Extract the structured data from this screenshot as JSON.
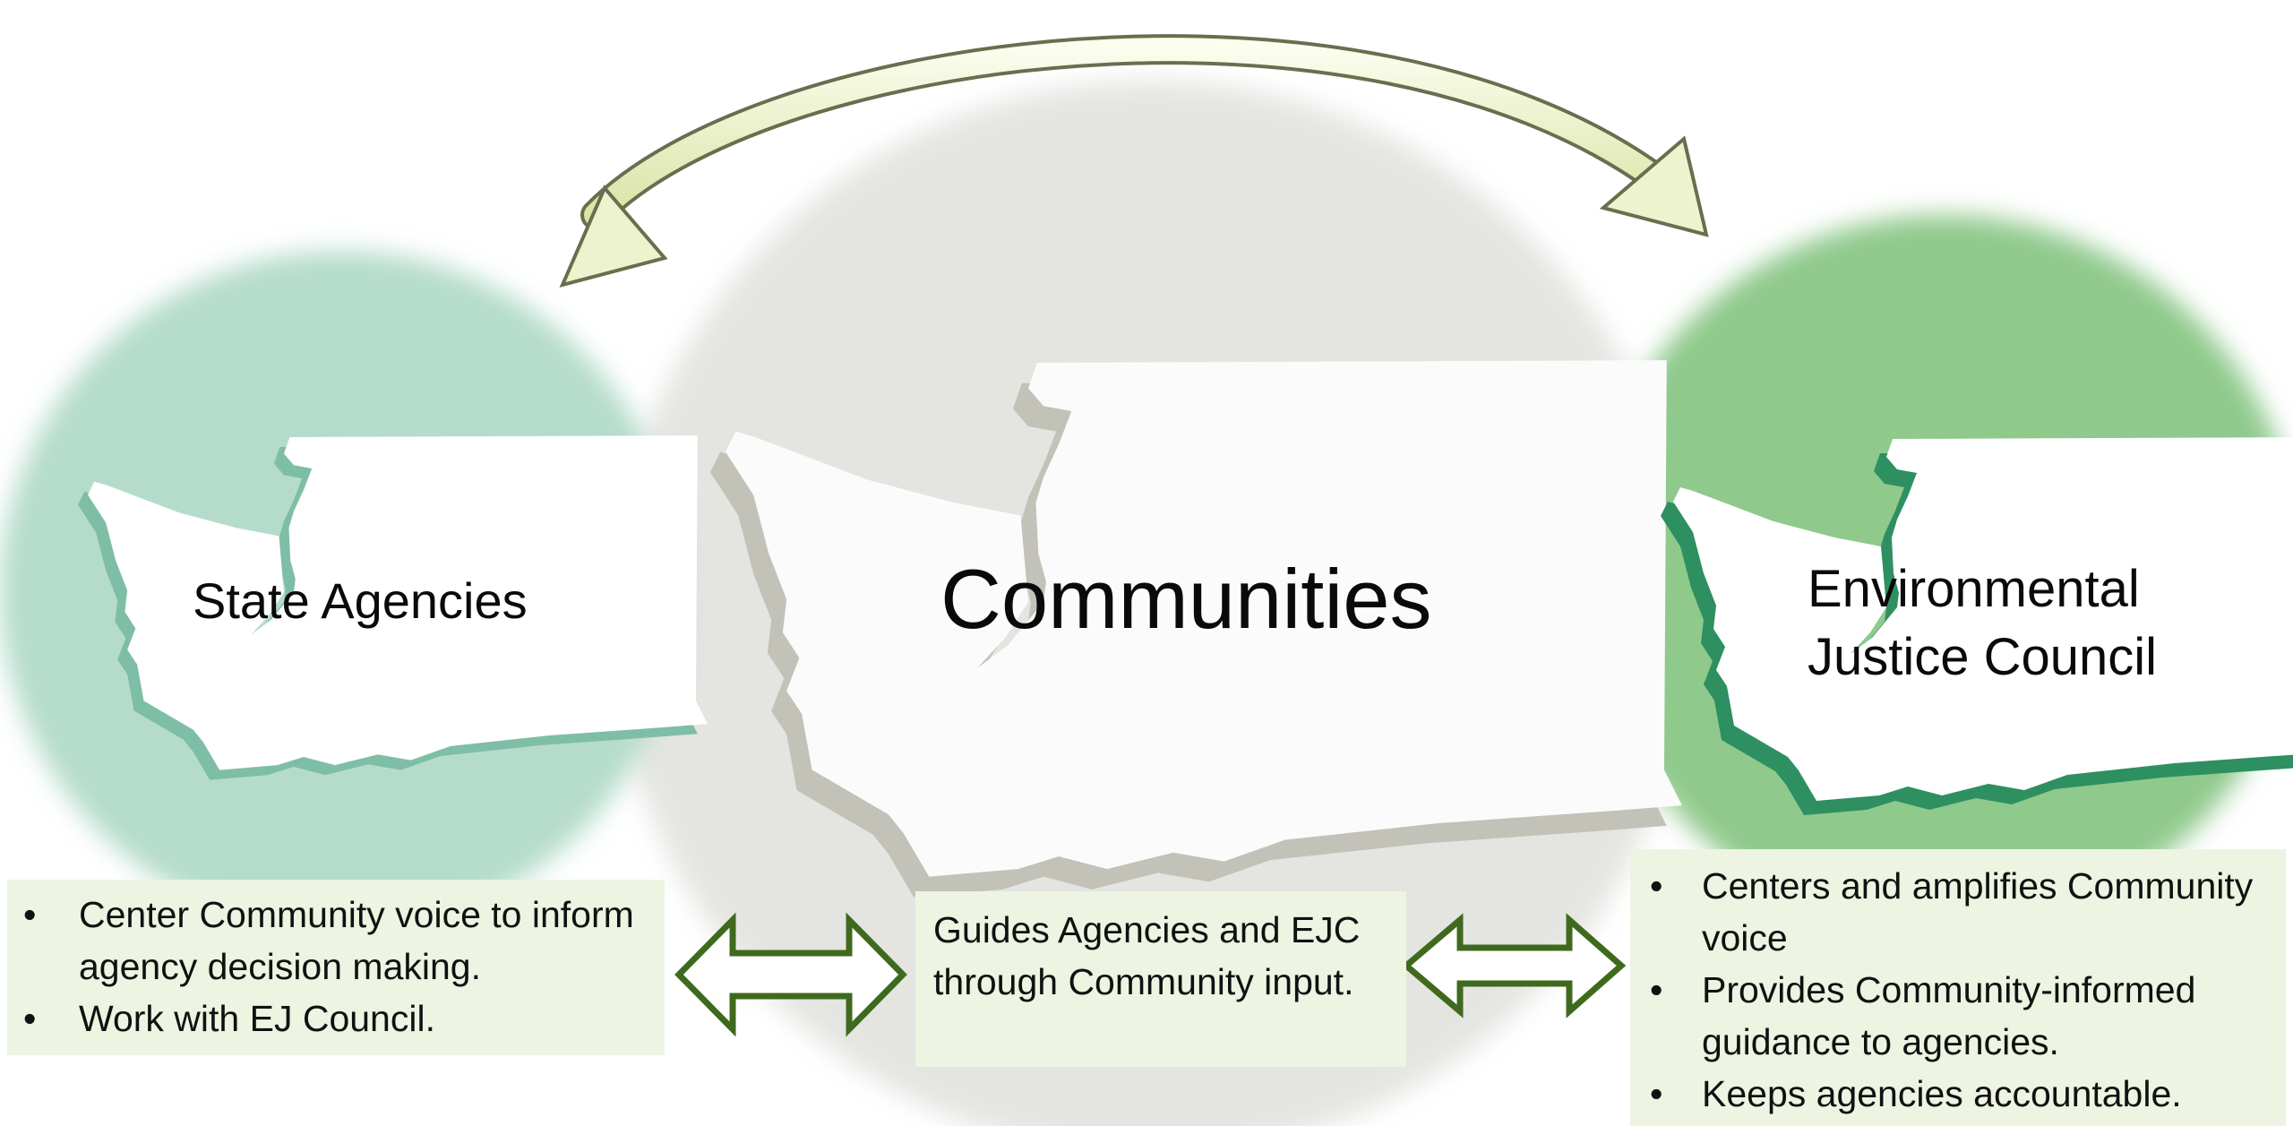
{
  "nodes": {
    "agencies": {
      "title": "State Agencies"
    },
    "communities": {
      "title": "Communities"
    },
    "ejc": {
      "title_line1": "Environmental",
      "title_line2": "Justice Council"
    }
  },
  "descriptions": {
    "agencies": [
      "Center Community voice to inform agency decision making.",
      "Work with EJ Council."
    ],
    "communities": "Guides Agencies and EJC through Community input.",
    "ejc": [
      "Centers and amplifies Community voice",
      "Provides Community-informed guidance to agencies.",
      "Keeps agencies accountable."
    ]
  },
  "colors": {
    "agencies_circle": "#b5dccb",
    "communities_circle": "#dcdcd8",
    "ejc_circle": "#8fc98c",
    "textbox_fill": "#edf4e2",
    "double_arrow_stroke": "#3f6a1e",
    "curved_arrow_fill": "#eef3cf"
  }
}
